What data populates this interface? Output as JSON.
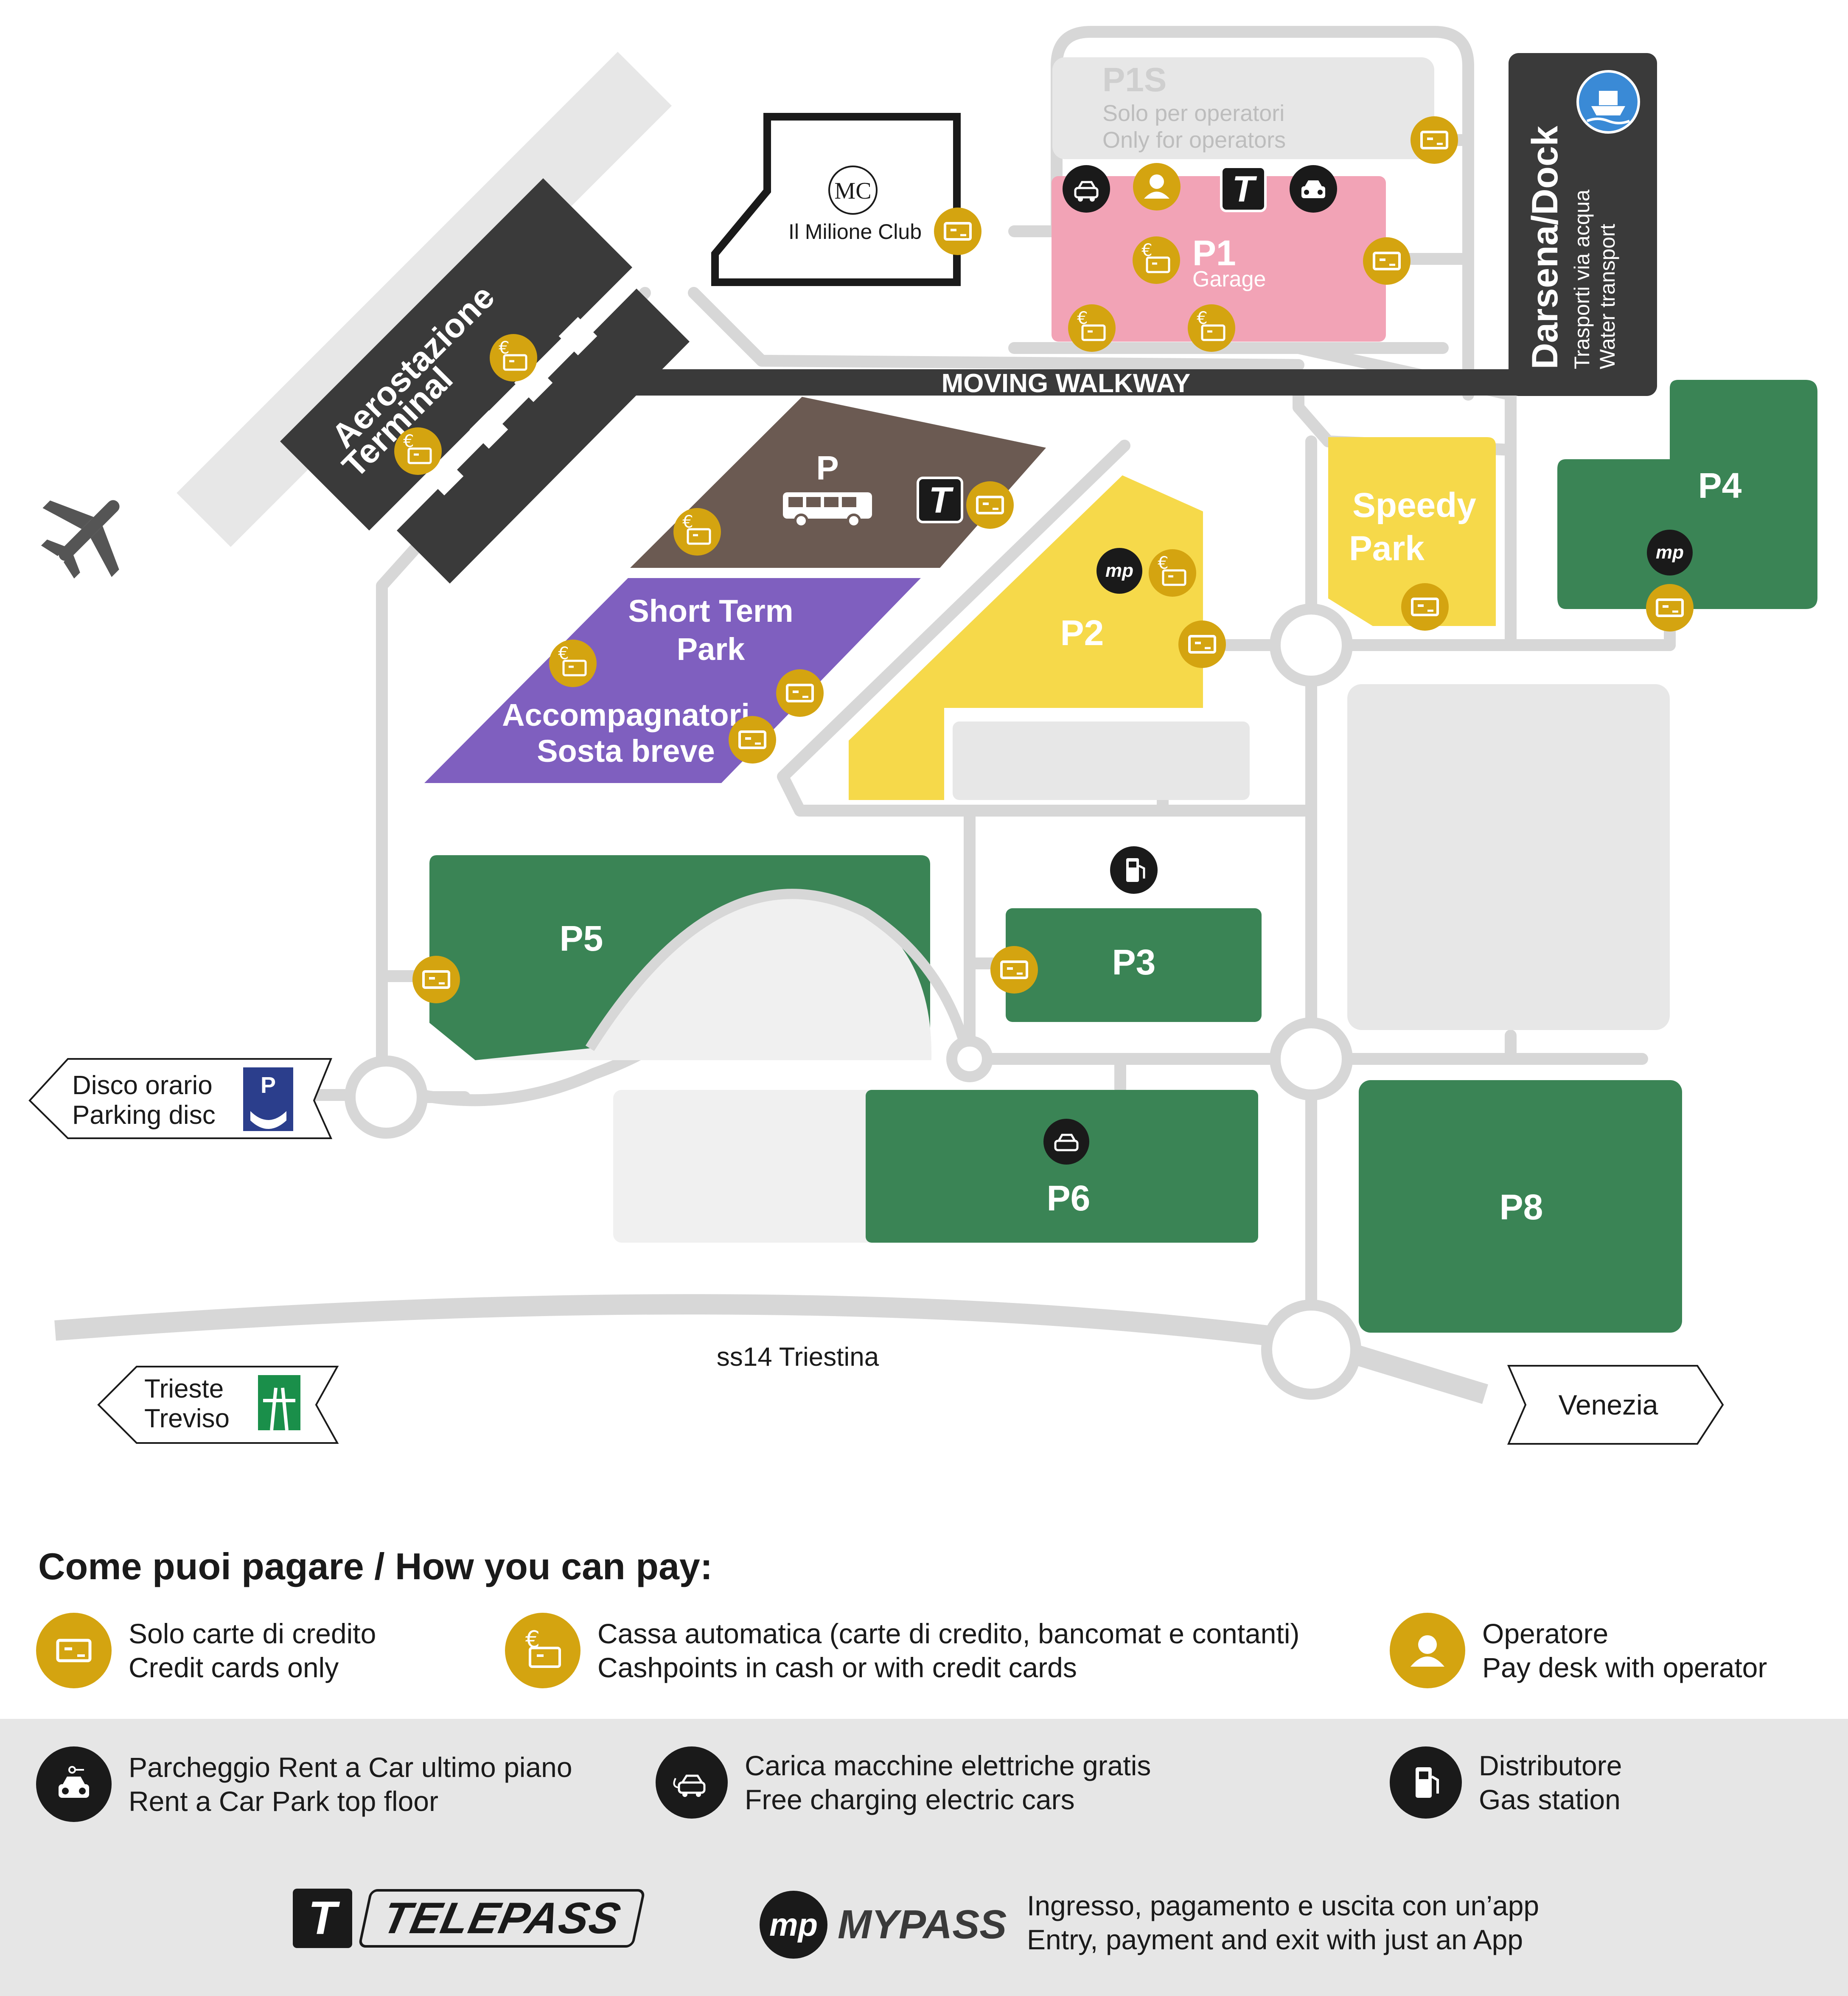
{
  "map": {
    "labels": {
      "terminal_1": "Aerostazione",
      "terminal_2": "Terminal",
      "moving_walkway": "MOVING WALKWAY",
      "club": "Il Milione Club",
      "club_logo": "MC",
      "p1s": "P1S",
      "p1s_sub1": "Solo per operatori",
      "p1s_sub2": "Only for  operators",
      "p1": "P1",
      "p1_sub": "Garage",
      "dock_1": "Darsena/Dock",
      "dock_2": "Trasporti via acqua",
      "dock_3": "Water transport",
      "bus_p": "P",
      "short_term_1": "Short Term",
      "short_term_2": "Park",
      "accomp_1": "Accompagnatori",
      "accomp_2": "Sosta breve",
      "p2": "P2",
      "speedy_1": "Speedy",
      "speedy_2": "Park",
      "p4": "P4",
      "p5": "P5",
      "p3": "P3",
      "p6": "P6",
      "p8": "P8",
      "disco_1": "Disco orario",
      "disco_2": "Parking disc",
      "disco_p": "P",
      "road": "ss14 Triestina",
      "trieste_1": "Trieste",
      "trieste_2": "Treviso",
      "venezia": "Venezia",
      "telepass_t": "T"
    },
    "colors": {
      "gold": "#d4a410",
      "dark": "#3a3a3a",
      "green": "#3a8455",
      "yellow": "#f6d94a",
      "purple": "#7f5fbf",
      "brown": "#6b5a52",
      "pink": "#f2a3b6",
      "road": "#d7d7d7",
      "light": "#e7e7e7"
    }
  },
  "legend": {
    "title": "Come puoi pagare / How you can pay:",
    "credit_1": "Solo carte di credito",
    "credit_2": "Credit cards only",
    "cash_1": "Cassa automatica (carte di credito, bancomat e contanti)",
    "cash_2": "Cashpoints in cash or with credit cards",
    "operator_1": "Operatore",
    "operator_2": "Pay desk with operator",
    "rent_1": "Parcheggio Rent a Car ultimo piano",
    "rent_2": "Rent a Car Park top floor",
    "ev_1": "Carica macchine elettriche gratis",
    "ev_2": "Free charging electric cars",
    "gas_1": "Distributore",
    "gas_2": "Gas station",
    "telepass_t": "T",
    "telepass": "TELEPASS",
    "mypass_logo": "mp",
    "mypass": "MYPASS",
    "mypass_1": "Ingresso, pagamento e uscita con un’app",
    "mypass_2": "Entry, payment and exit with just an App"
  }
}
